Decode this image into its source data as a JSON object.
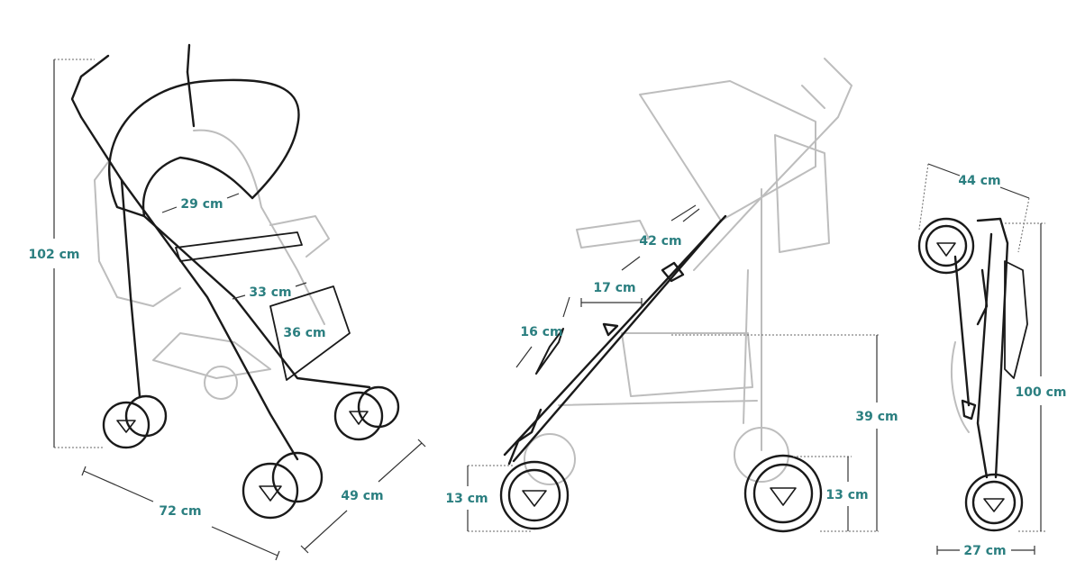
{
  "title": "Stroller dimensions diagram",
  "colors": {
    "label": "#2b7f80",
    "outline": "#1a1a1a",
    "ghost": "#bdbdbd"
  },
  "front_view": {
    "height": "102 cm",
    "length": "72 cm",
    "width": "49 cm",
    "backrest_width": "29 cm",
    "seat_width": "33 cm",
    "footrest_width": "36 cm"
  },
  "side_view": {
    "backrest_length": "42 cm",
    "seat_depth": "17 cm",
    "footrest_length": "16 cm",
    "seat_height": "39 cm",
    "front_wheel": "13 cm",
    "rear_wheel": "13 cm"
  },
  "folded_view": {
    "depth": "44 cm",
    "height": "100 cm",
    "width": "27 cm"
  }
}
